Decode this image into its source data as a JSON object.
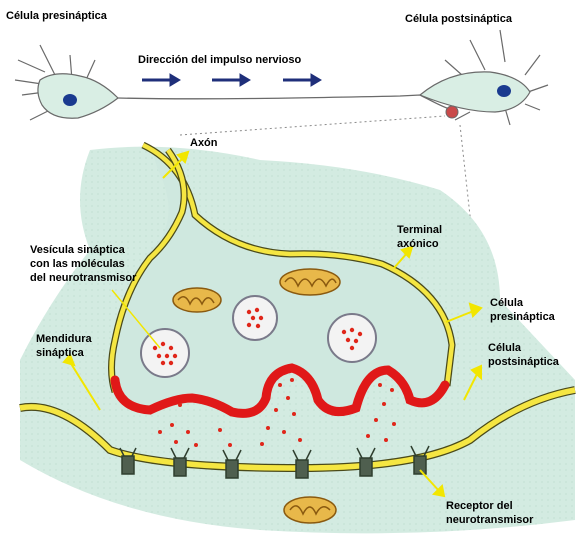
{
  "labels": {
    "presynaptic_cell": "Célula presináptica",
    "postsynaptic_cell": "Célula postsináptica",
    "impulse_direction": "Dirección del impulso nervioso",
    "axon": "Axón",
    "vesicle_line1": "Vesícula sináptica",
    "vesicle_line2": "con las moléculas",
    "vesicle_line3": "del neurotransmisor",
    "axon_terminal_line1": "Terminal",
    "axon_terminal_line2": "axónico",
    "presynaptic_line1": "Célula",
    "presynaptic_line2": "presináptica",
    "postsynaptic_line1": "Célula",
    "postsynaptic_line2": "postsináptica",
    "cleft_line1": "Mendidura",
    "cleft_line2": "sináptica",
    "receptor_line1": "Receptor del",
    "receptor_line2": "neurotransmisor"
  },
  "colors": {
    "membrane": "#f5e642",
    "membrane_edge": "#4a4a1a",
    "active_zone": "#e01818",
    "cytoplasm": "#cfe8df",
    "neuron_body": "#d9eee4",
    "nucleus": "#1a3a8f",
    "arrow": "#1f2f7a",
    "pointer": "#f2e600",
    "mitochondria": "#e8b84a",
    "neurotransmitter": "#e0261a",
    "receptor": "#3f4f3f"
  }
}
